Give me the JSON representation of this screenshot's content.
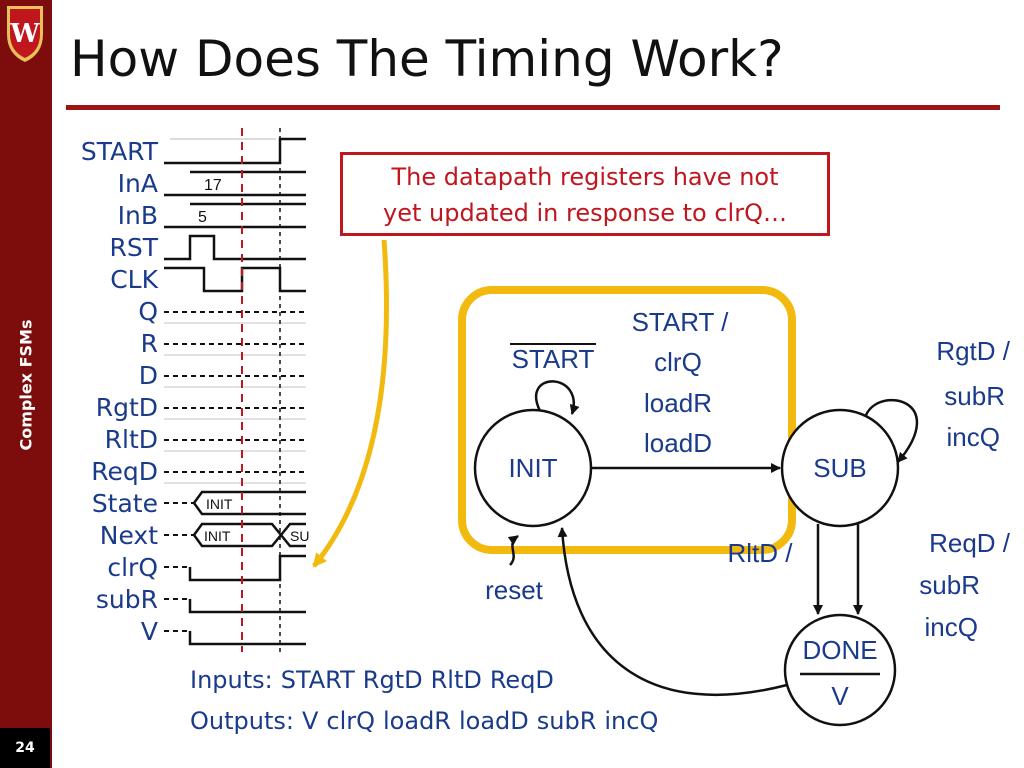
{
  "sidebar": {
    "section_title": "Complex FSMs",
    "slide_number": "24",
    "colors": {
      "bar": "#7d0c0c",
      "crest": "#c0161e"
    }
  },
  "title": "How Does The Timing Work?",
  "timing": {
    "signals": [
      "START",
      "InA",
      "InB",
      "RST",
      "CLK",
      "Q",
      "R",
      "D",
      "RgtD",
      "RltD",
      "ReqD",
      "State",
      "Next",
      "clrQ",
      "subR",
      "V"
    ],
    "ina_value": "17",
    "inb_value": "5",
    "state_value": "INIT",
    "next_values": [
      "INIT",
      "SU"
    ]
  },
  "callout": {
    "line1": "The datapath registers have not",
    "line2": "yet updated in response to clrQ…"
  },
  "fsm": {
    "init_state": "INIT",
    "sub_state": "SUB",
    "done_state": "DONE",
    "done_output": "V",
    "init_self_label": "START",
    "init_to_sub": [
      "START /",
      "clrQ",
      "loadR",
      "loadD"
    ],
    "sub_self": [
      "RgtD /",
      "subR",
      "incQ"
    ],
    "sub_to_done": [
      "ReqD /",
      "subR",
      "incQ"
    ],
    "sub_to_init": "RltD /",
    "reset_label": "reset"
  },
  "io": {
    "inputs_label": "Inputs:",
    "inputs": [
      "START",
      "RgtD",
      "RltD",
      "ReqD"
    ],
    "outputs_label": "Outputs:",
    "outputs": [
      "V",
      "clrQ",
      "loadR",
      "loadD",
      "subR",
      "incQ"
    ]
  },
  "colors": {
    "accent_red": "#c0161e",
    "blue_text": "#1a3a8c",
    "highlight": "#f2b90f"
  }
}
